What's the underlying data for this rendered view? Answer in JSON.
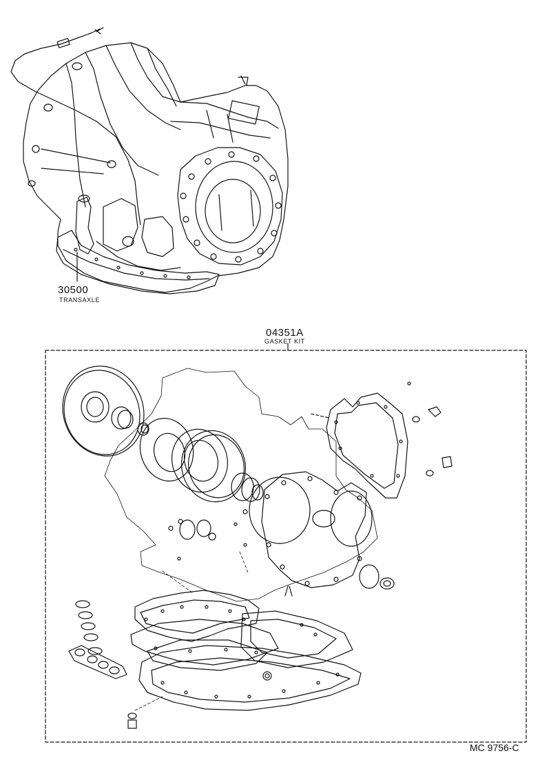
{
  "parts": {
    "transaxle": {
      "number": "30500",
      "name": "TRANSAXLE"
    },
    "gasket_kit": {
      "number": "04351A",
      "name": "GASKET KIT"
    }
  },
  "drawing_code": "MC 9756-C"
}
